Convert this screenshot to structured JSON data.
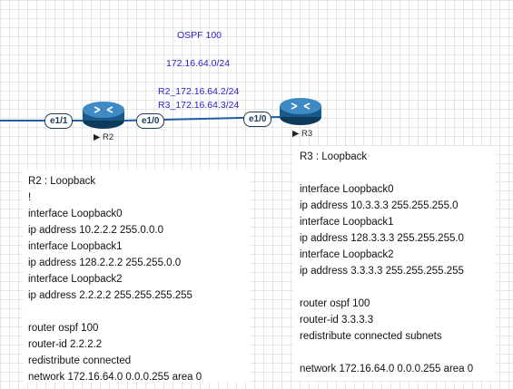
{
  "topology": {
    "area_label": "OSPF 100",
    "network_label": "172.16.64.0/24",
    "r2_address_label": "R2_172.16.64.2/24",
    "r3_address_label": "R3_172.16.64.3/24",
    "interfaces": {
      "r2_left": "e1/1",
      "r2_right": "e1/0",
      "r3_left": "e1/0"
    },
    "routers": {
      "r2": "R2",
      "r3": "R3"
    },
    "colors": {
      "label_text": "#2d23c8",
      "link": "#1f5fa8",
      "router_body": "#1a5a8a"
    }
  },
  "r2_config": {
    "lines": [
      "R2 : Loopback",
      "!",
      "interface Loopback0",
      "ip address 10.2.2.2 255.0.0.0",
      "interface Loopback1",
      "ip address 128.2.2.2 255.255.0.0",
      "interface Loopback2",
      "ip address 2.2.2.2 255.255.255.255",
      "",
      "router ospf 100",
      "router-id 2.2.2.2",
      "redistribute connected",
      "network 172.16.64.0 0.0.0.255 area 0"
    ]
  },
  "r3_config": {
    "lines": [
      "R3 : Loopback",
      "",
      "interface Loopback0",
      "ip address 10.3.3.3 255.255.255.0",
      "interface Loopback1",
      "ip address 128.3.3.3 255.255.255.0",
      "interface Loopback2",
      "ip address 3.3.3.3 255.255.255.255",
      "",
      "router ospf 100",
      "router-id 3.3.3.3",
      "redistribute connected subnets",
      "",
      "network 172.16.64.0 0.0.0.255 area 0"
    ]
  }
}
